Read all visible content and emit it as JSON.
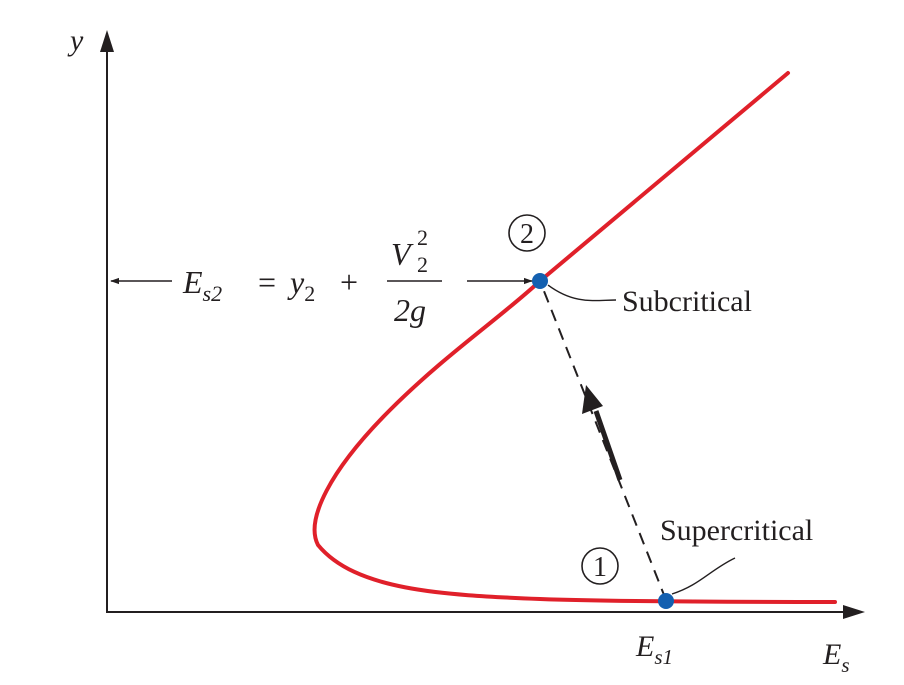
{
  "figure": {
    "axes": {
      "y_label": "y",
      "x_label_main": "E",
      "x_label_sub": "s"
    },
    "equation": {
      "lhs_main": "E",
      "lhs_sub": "s2",
      "equals": "=",
      "y_term": "y",
      "y_sub": "2",
      "plus": "+",
      "num_main": "V",
      "num_sup": "2",
      "num_sub": "2",
      "den": "2g"
    },
    "points": {
      "point1_label": "1",
      "point2_label": "2"
    },
    "annotations": {
      "subcritical": "Subcritical",
      "supercritical": "Supercritical",
      "es1_main": "E",
      "es1_sub": "s1"
    },
    "colors": {
      "curve": "#e0202a",
      "point": "#1460b0",
      "ink": "#231f20"
    }
  }
}
